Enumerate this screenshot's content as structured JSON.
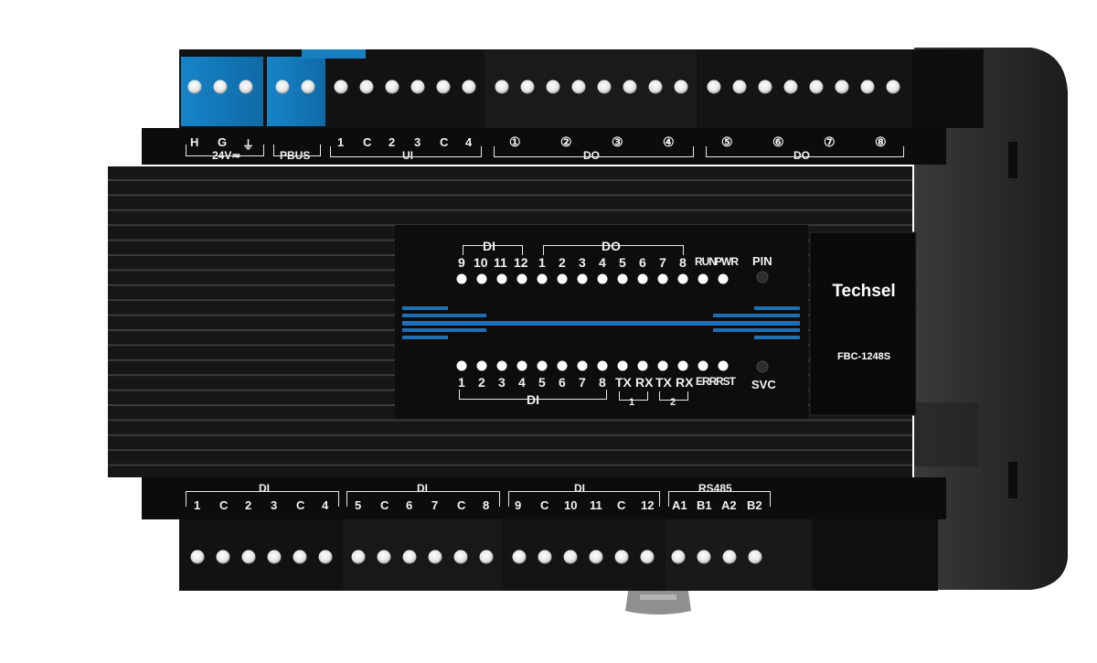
{
  "device": {
    "brand": "Techsel",
    "model": "FBC-1248S"
  },
  "top_terminals": {
    "power": {
      "labels": [
        "H",
        "G",
        "⏚"
      ],
      "group": "24V≂"
    },
    "bus": {
      "group": "PBUS"
    },
    "ui": {
      "labels": [
        "1",
        "C",
        "2",
        "3",
        "C",
        "4"
      ],
      "group": "UI"
    },
    "do_a": {
      "labels": [
        "①",
        "②",
        "③",
        "④"
      ],
      "group": "DO"
    },
    "do_b": {
      "labels": [
        "⑤",
        "⑥",
        "⑦",
        "⑧"
      ],
      "group": "DO"
    }
  },
  "bottom_terminals": {
    "di_a": {
      "labels": [
        "1",
        "C",
        "2",
        "3",
        "C",
        "4"
      ],
      "group": "DI"
    },
    "di_b": {
      "labels": [
        "5",
        "C",
        "6",
        "7",
        "C",
        "8"
      ],
      "group": "DI"
    },
    "di_c": {
      "labels": [
        "9",
        "C",
        "10",
        "11",
        "C",
        "12"
      ],
      "group": "DI"
    },
    "rs485": {
      "labels": [
        "A1",
        "B1",
        "A2",
        "B2"
      ],
      "group": "RS485"
    }
  },
  "leds_top": {
    "di_group": "DI",
    "do_group": "DO",
    "labels": [
      "9",
      "10",
      "11",
      "12",
      "1",
      "2",
      "3",
      "4",
      "5",
      "6",
      "7",
      "8",
      "RUN",
      "PWR"
    ],
    "pin_label": "PIN"
  },
  "leds_bottom": {
    "di_group": "DI",
    "labels": [
      "1",
      "2",
      "3",
      "4",
      "5",
      "6",
      "7",
      "8",
      "TX",
      "RX",
      "TX",
      "RX",
      "ERR",
      "RST"
    ],
    "port1": "1",
    "port2": "2",
    "svc_label": "SVC"
  },
  "colors": {
    "housing": "#151515",
    "side_panel": "#2a2a2a",
    "terminal_blue": "#1a7fc1",
    "accent_line": "#1f6fb5",
    "led_white": "#ffffff"
  }
}
